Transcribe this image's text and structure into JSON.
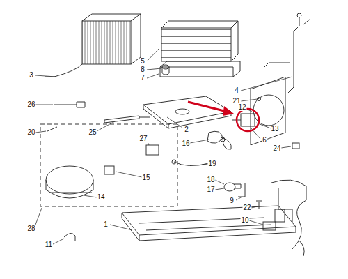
{
  "diagram": {
    "labels": [
      "5",
      "8",
      "7",
      "3",
      "26",
      "20",
      "4",
      "21",
      "12",
      "2",
      "13",
      "6",
      "16",
      "24",
      "25",
      "27",
      "15",
      "19",
      "14",
      "18",
      "17",
      "9",
      "22",
      "10",
      "28",
      "1",
      "11"
    ]
  }
}
